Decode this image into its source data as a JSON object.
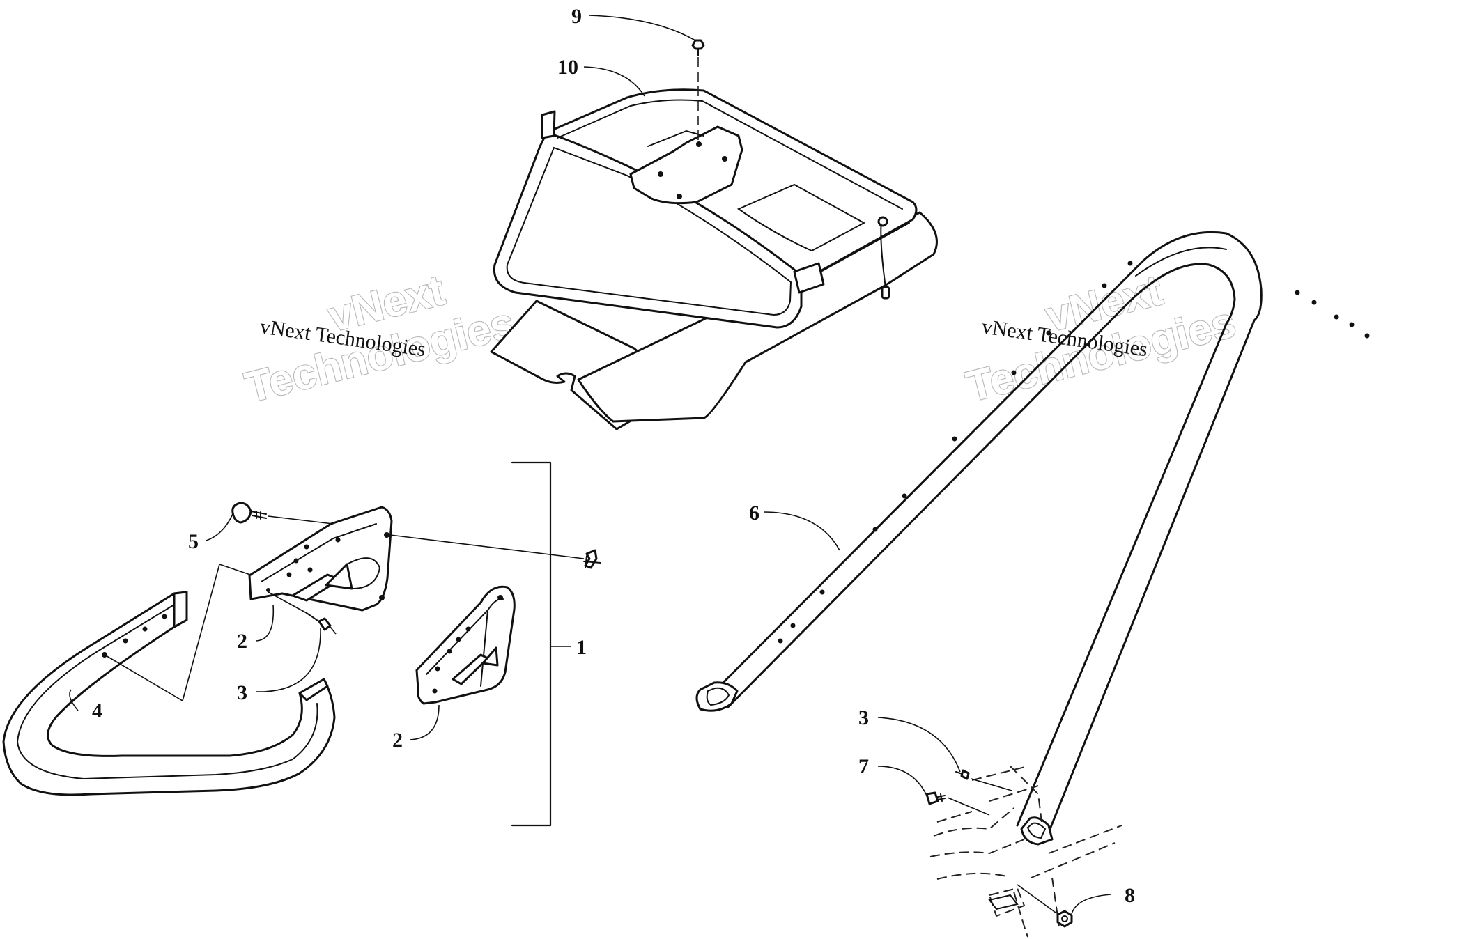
{
  "callouts": {
    "c1": "1",
    "c2a": "2",
    "c2b": "2",
    "c3a": "3",
    "c3b": "3",
    "c4": "4",
    "c5": "5",
    "c6": "6",
    "c7": "7",
    "c8": "8",
    "c9": "9",
    "c10": "10"
  },
  "watermarks": {
    "left": {
      "big_1": "vNext",
      "big_2": "Technologies",
      "small": "vNext Technologies"
    },
    "right": {
      "big_1": "vNext",
      "big_2": "Technologies",
      "small": "vNext Technologies"
    }
  },
  "colors": {
    "line": "#111111",
    "watermark_outline": "#b8b8b8",
    "background": "#ffffff"
  }
}
